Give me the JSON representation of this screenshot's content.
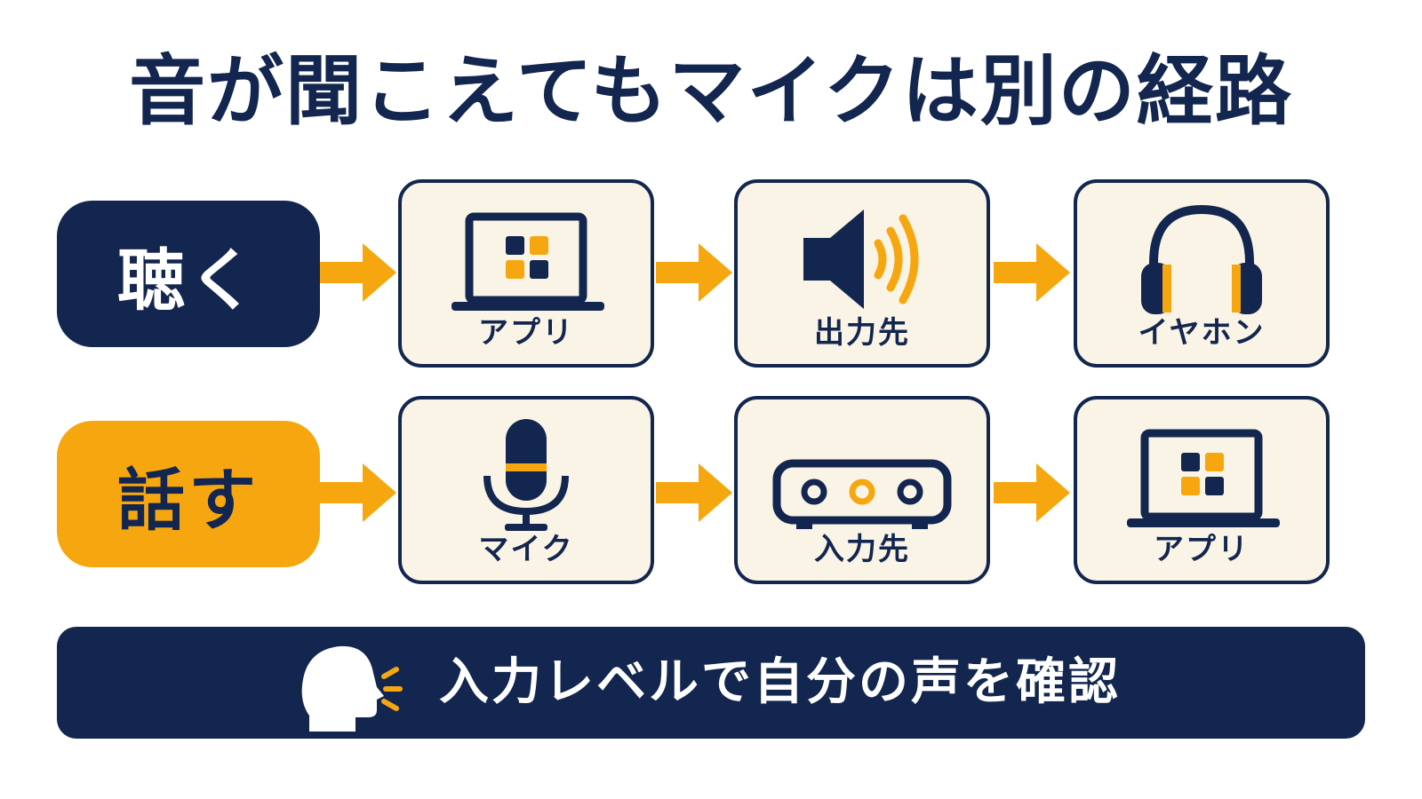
{
  "title": "音が聞こえてもマイクは別の経路",
  "rows": {
    "listen": {
      "label": "聴く",
      "steps": [
        "アプリ",
        "出力先",
        "イヤホン"
      ]
    },
    "speak": {
      "label": "話す",
      "steps": [
        "マイク",
        "入力先",
        "アプリ"
      ]
    }
  },
  "banner": {
    "text": "入力レベルで自分の声を確認"
  },
  "icons": {
    "listen": [
      "laptop-app-icon",
      "speaker-icon",
      "headphones-icon"
    ],
    "speak": [
      "microphone-icon",
      "audio-interface-icon",
      "laptop-app-icon"
    ],
    "banner": "speaking-head-icon"
  },
  "colors": {
    "navy": "#13264f",
    "orange": "#f6a70f",
    "cream": "#faf4e6",
    "white": "#ffffff"
  }
}
